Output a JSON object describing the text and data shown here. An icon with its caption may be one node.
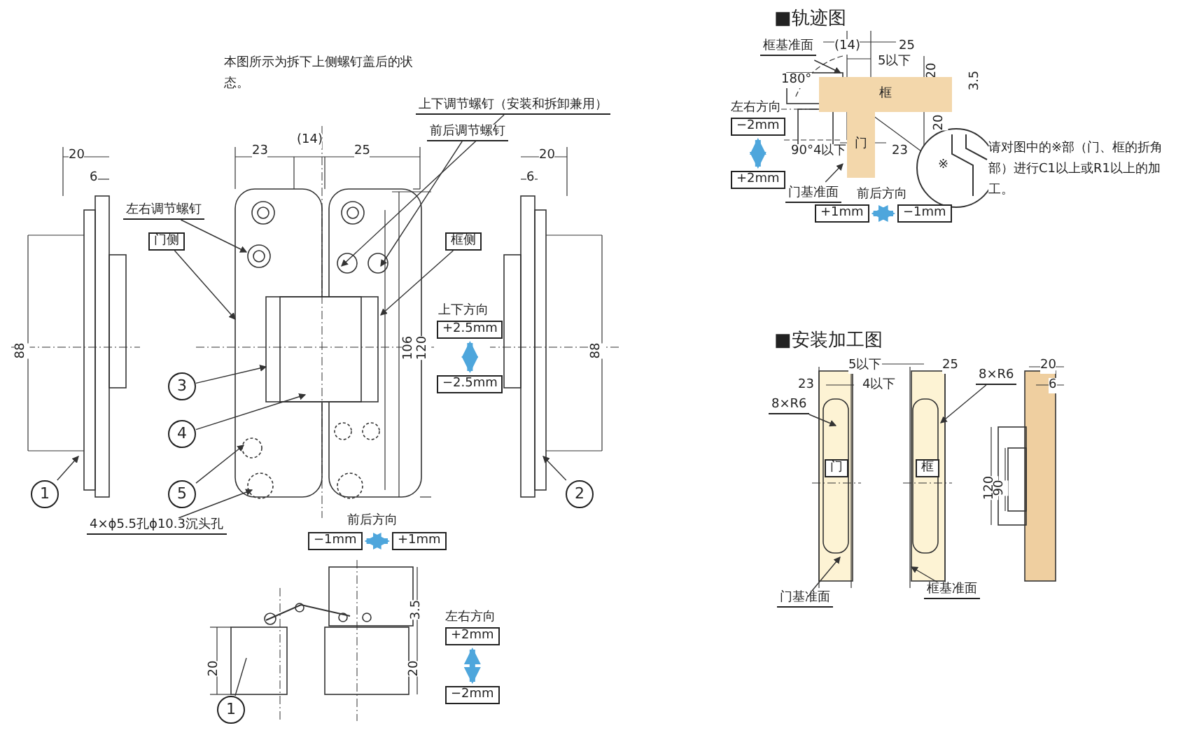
{
  "diagram": {
    "nodes": [
      {
        "text": [
          "左右调节螺钉"
        ]
      },
      {
        "text": [
          "门侧"
        ]
      },
      {
        "text": [
          "上下调节螺钉（安装和拆卸兼用）"
        ]
      },
      {
        "text": [
          "前后调节螺钉"
        ]
      },
      {
        "text": [
          "框侧"
        ]
      },
      {
        "text": [
          "+2.5mm"
        ]
      },
      {
        "text": [
          "−2.5mm"
        ]
      },
      {
        "text": [
          "3"
        ]
      },
      {
        "text": [
          "4"
        ]
      },
      {
        "text": [
          "5"
        ]
      },
      {
        "text": [
          "1"
        ]
      },
      {
        "text": [
          "2"
        ]
      },
      {
        "text": [
          "4×ϕ5.5孔ϕ10.3沉头孔"
        ]
      },
      {
        "text": [
          "−1mm"
        ]
      },
      {
        "text": [
          "+1mm"
        ]
      },
      {
        "text": [
          "+2mm"
        ]
      },
      {
        "text": [
          "−2mm"
        ]
      },
      {
        "text": [
          "1"
        ]
      },
      {
        "text": [
          "框基准面"
        ]
      },
      {
        "text": [
          "门基准面"
        ]
      },
      {
        "text": [
          "−2mm"
        ]
      },
      {
        "text": [
          "+2mm"
        ]
      },
      {
        "text": [
          "+1mm"
        ]
      },
      {
        "text": [
          "−1mm"
        ]
      },
      {
        "text": [
          "8×R6"
        ]
      },
      {
        "text": [
          "门"
        ]
      },
      {
        "text": [
          "8×R6"
        ]
      },
      {
        "text": [
          "框"
        ]
      },
      {
        "text": [
          "门基准面"
        ]
      },
      {
        "text": [
          "框基准面"
        ]
      },
      {
        "text": [
          "框"
        ]
      },
      {
        "text": [
          "门"
        ]
      }
    ],
    "edges": [
      {
        "from": 0,
        "to": null,
        "arrow": "to"
      },
      {
        "from": 1,
        "to": null,
        "arrow": "to"
      },
      {
        "from": 2,
        "to": null,
        "arrow": "to"
      },
      {
        "from": 3,
        "to": null,
        "arrow": "to"
      },
      {
        "from": 4,
        "to": null,
        "arrow": "to"
      },
      {
        "from": 5,
        "to": 6,
        "arrow": "both",
        "style": "thick",
        "color": "#4ea6dc"
      },
      {
        "from": 7,
        "to": null,
        "arrow": "to"
      },
      {
        "from": 8,
        "to": null,
        "arrow": "to"
      },
      {
        "from": 9,
        "to": null,
        "arrow": "to"
      },
      {
        "from": 10,
        "to": null,
        "arrow": "to"
      },
      {
        "from": 11,
        "to": null,
        "arrow": "to"
      },
      {
        "from": 12,
        "to": null,
        "arrow": "to"
      },
      {
        "from": 13,
        "to": 14,
        "arrow": "both",
        "style": "thick",
        "color": "#4ea6dc"
      },
      {
        "from": 15,
        "to": 16,
        "arrow": "both",
        "style": "thick",
        "color": "#4ea6dc"
      },
      {
        "from": 17,
        "to": null,
        "arrow": "none"
      },
      {
        "from": 18,
        "to": 30,
        "arrow": "to"
      },
      {
        "from": 19,
        "to": 31,
        "arrow": "to"
      },
      {
        "from": 20,
        "to": 21,
        "arrow": "both",
        "style": "thick",
        "color": "#4ea6dc"
      },
      {
        "from": 22,
        "to": 23,
        "arrow": "both",
        "style": "thick",
        "color": "#4ea6dc"
      },
      {
        "from": 24,
        "to": null,
        "arrow": "to"
      },
      {
        "from": 26,
        "to": null,
        "arrow": "to"
      },
      {
        "from": 28,
        "to": null,
        "arrow": "to"
      },
      {
        "from": 29,
        "to": null,
        "arrow": "to"
      }
    ],
    "labels": [
      "本图所示为拆下上侧螺钉盖后的状态。",
      "20",
      "6",
      "23",
      "(14)",
      "25",
      "88",
      "106",
      "120",
      "上下方向",
      "20",
      "6",
      "88",
      "前后方向",
      "3.5",
      "左右方向",
      "20",
      "20",
      "■轨迹图",
      "(14)",
      "25",
      "5以下",
      "180°",
      "20",
      "3.5",
      "左右方向",
      "20",
      "90°",
      "4以下",
      "23",
      "※",
      "请对图中的※部（门、框的折角部）进行C1以上或R1以上的加工。",
      "前后方向",
      "■安装加工图",
      "5以下",
      "25",
      "23",
      "4以下",
      "20",
      "6",
      "120",
      "90"
    ]
  }
}
